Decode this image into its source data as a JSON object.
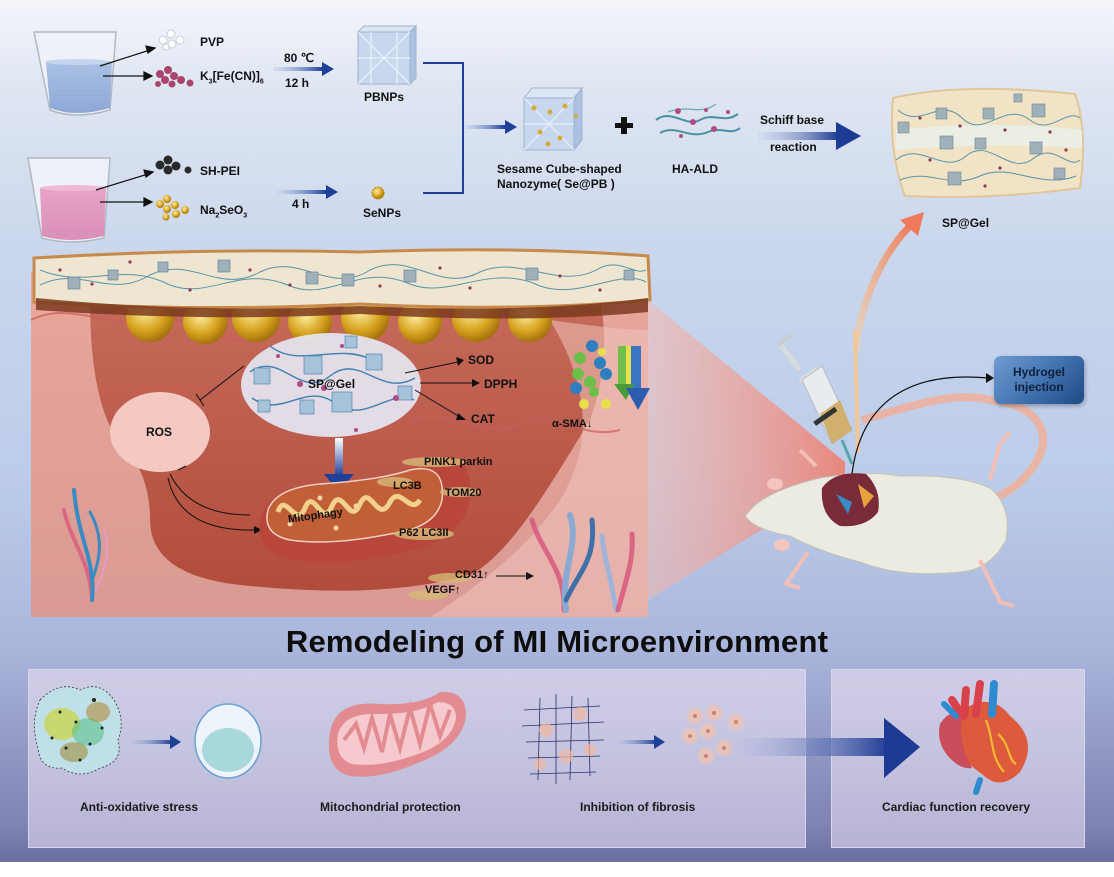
{
  "synthesis": {
    "beaker1": {
      "reagents": [
        "PVP",
        "K3[Fe(CN)]6"
      ],
      "condition_temp": "80 ℃",
      "condition_time": "12 h",
      "product": "PBNPs"
    },
    "beaker2": {
      "reagents": [
        "SH-PEI",
        "Na2SeO3"
      ],
      "condition_time": "4 h",
      "product": "SeNPs"
    },
    "nanozyme_line1": "Sesame Cube-shaped",
    "nanozyme_line2": "Nanozyme( Se@PB )",
    "plus": "+",
    "polymer": "HA-ALD",
    "reaction_line1": "Schiff base",
    "reaction_line2": "reaction",
    "hydrogel": "SP@Gel"
  },
  "mechanism": {
    "center_gel": "SP@Gel",
    "ros": "ROS",
    "enzymes": [
      "SOD",
      "DPPH",
      "CAT"
    ],
    "fibrosis_marker": "α-SMA",
    "mito_label": "Mitophagy",
    "mito_markers": [
      "PINK1 parkin",
      "LC3B",
      "TOM20",
      "P62 LC3II"
    ],
    "angio_markers": [
      "CD31",
      "VEGF"
    ],
    "up_arrow": "↑",
    "down_arrow": "↓"
  },
  "injection": {
    "line1": "Hydrogel",
    "line2": "injection"
  },
  "title": "Remodeling of MI Microenvironment",
  "outcomes": [
    {
      "label": "Anti-oxidative stress"
    },
    {
      "label": "Mitochondrial protection"
    },
    {
      "label": "Inhibition of fibrosis"
    },
    {
      "label": "Cardiac function recovery"
    }
  ],
  "colors": {
    "arrow_blue": "#1f3f99",
    "tissue_red": "#b24c3c",
    "gel_cream": "#efe6d2",
    "panel_lavender": "#c6c4e0",
    "frame_purple": "#6a6f9f"
  }
}
